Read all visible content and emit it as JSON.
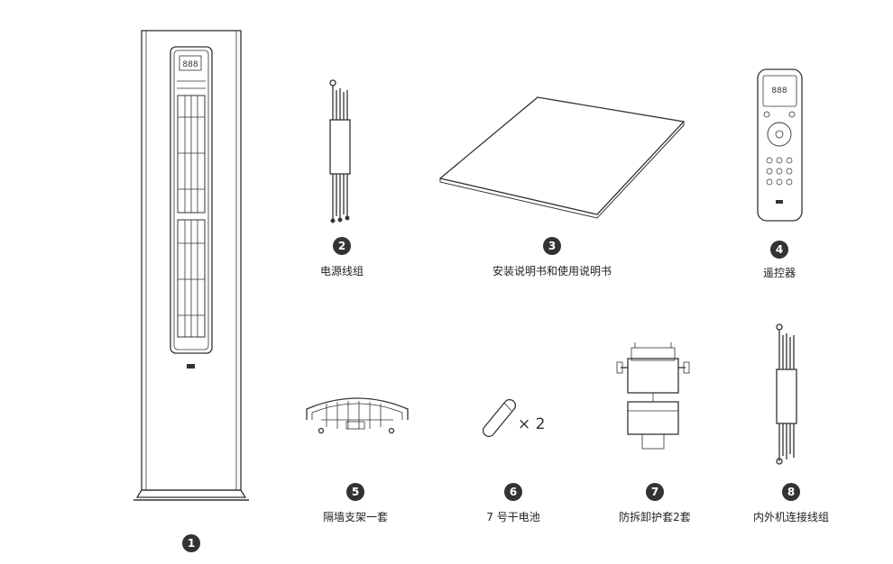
{
  "items": [
    {
      "number": "1",
      "label": ""
    },
    {
      "number": "2",
      "label": "电源线组"
    },
    {
      "number": "3",
      "label": "安装说明书和使用说明书"
    },
    {
      "number": "4",
      "label": "遥控器"
    },
    {
      "number": "5",
      "label": "隔墙支架一套"
    },
    {
      "number": "6",
      "label": "7 号干电池"
    },
    {
      "number": "7",
      "label": "防拆卸护套2套"
    },
    {
      "number": "8",
      "label": "内外机连接线组"
    }
  ],
  "battery_qty": "× 2"
}
